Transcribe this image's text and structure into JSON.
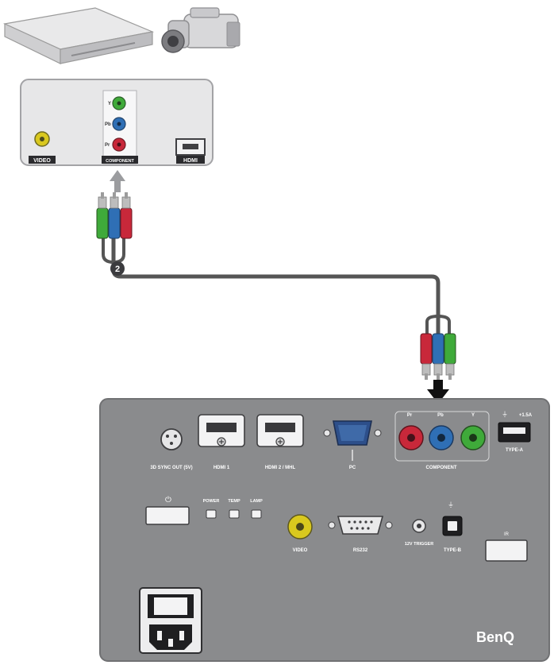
{
  "step_badge": "2",
  "source_panel": {
    "port_labels": [
      "VIDEO",
      "COMPONENT",
      "HDMI"
    ],
    "jack_letters": [
      "Y",
      "Pb",
      "Pr"
    ]
  },
  "projector": {
    "brand": "BenQ",
    "top_row": [
      "3D SYNC OUT (5V)",
      "HDMI 1",
      "HDMI 2 / MHL",
      "PC",
      "COMPONENT",
      "TYPE-A"
    ],
    "component_letters": [
      "Pr",
      "Pb",
      "Y"
    ],
    "usb_rating": "+1.5A",
    "indicators": [
      "POWER",
      "TEMP",
      "LAMP"
    ],
    "bottom_row": [
      "VIDEO",
      "RS232",
      "12V TRIGGER",
      "TYPE-B"
    ],
    "power_symbol": "⏻",
    "ir_symbol": "IR"
  },
  "colors": {
    "green": "#3faa3a",
    "blue": "#2f6fb5",
    "red": "#c8283a",
    "yellow": "#d9c81e",
    "panel": "#8a8b8d",
    "cable": "#555555"
  }
}
